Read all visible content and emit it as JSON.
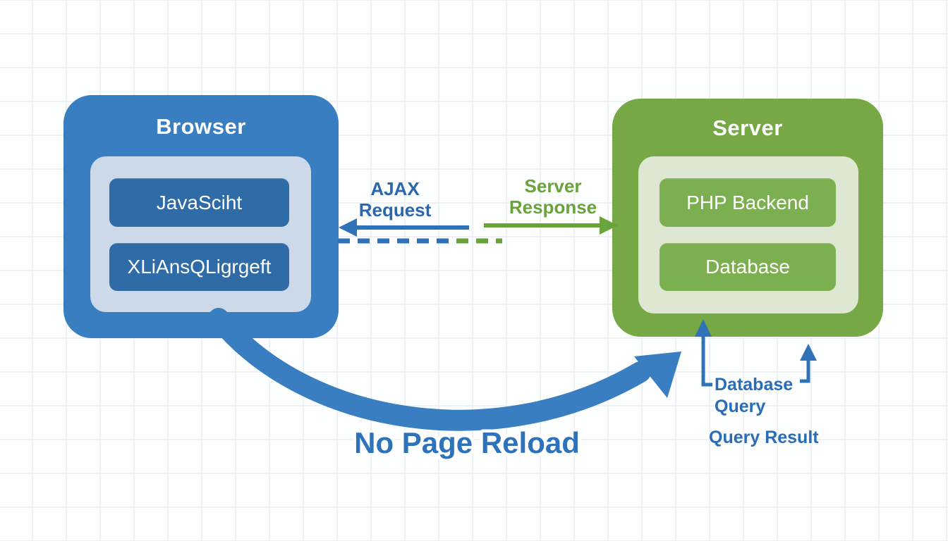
{
  "browser": {
    "title": "Browser",
    "components": [
      "JavaSciht",
      "XLiAnsQLigrgeft"
    ]
  },
  "server": {
    "title": "Server",
    "components": [
      "PHP Backend",
      "Database"
    ]
  },
  "flows": {
    "ajax_request_line1": "AJAX",
    "ajax_request_line2": "Request",
    "server_response_line1": "Server",
    "server_response_line2": "Response",
    "no_page_reload": "No Page Reload",
    "database_query_line1": "Database",
    "database_query_line2": "Query",
    "query_result": "Query Result"
  },
  "colors": {
    "blue_box": "#3a7ec2",
    "blue_chip": "#2e6ba7",
    "blue_panel": "#ccd9e9",
    "green_box": "#76a845",
    "green_chip": "#7caf4f",
    "green_panel": "#dee7d1",
    "blue_text": "#2a67ae",
    "green_text": "#6aa23c",
    "arrow_blue": "#2f72b8",
    "arrow_green": "#6aa23c",
    "reload_text": "#2d73bb",
    "label_blue": "#2a6cb5",
    "grid_line": "#eef1f5"
  }
}
